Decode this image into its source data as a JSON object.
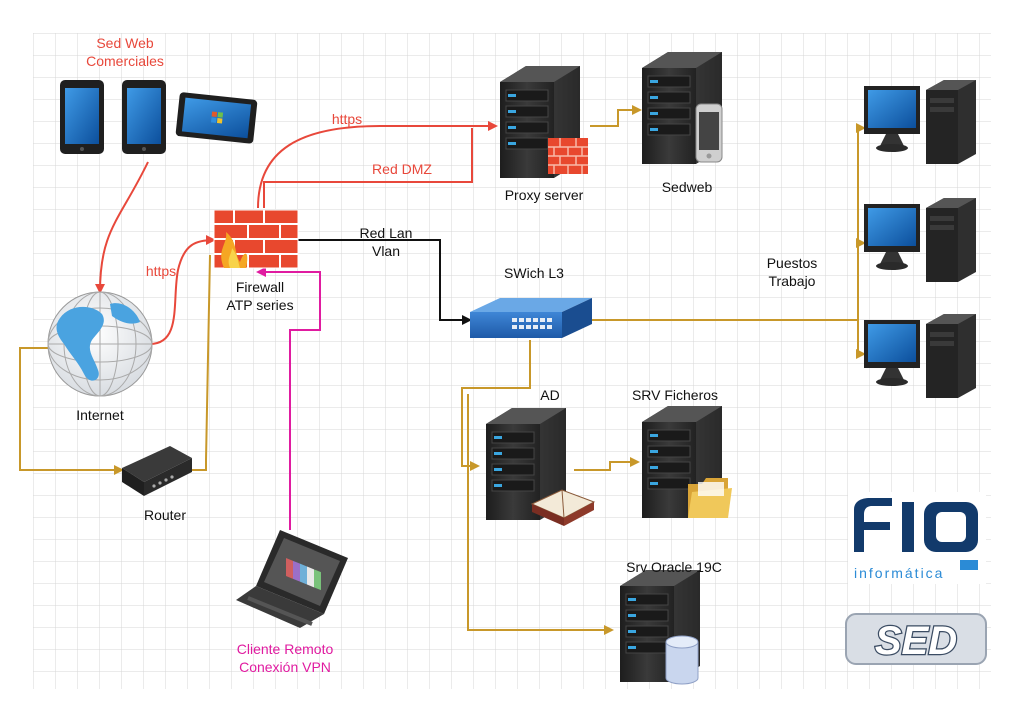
{
  "labels": {
    "sed_web_comerciales": [
      "Sed Web",
      "Comerciales"
    ],
    "internet": "Internet",
    "router": "Router",
    "firewall": [
      "Firewall",
      "ATP series"
    ],
    "https_top": "https",
    "https_left": "https",
    "red_dmz": "Red DMZ",
    "red_lan": [
      "Red Lan",
      "Vlan"
    ],
    "proxy_server": "Proxy server",
    "sedweb": "Sedweb",
    "switch": "SWich L3",
    "puestos": [
      "Puestos",
      "Trabajo"
    ],
    "ad": "AD",
    "srv_ficheros": "SRV Ficheros",
    "srv_oracle": "Srv Oracle 19C",
    "cliente_remoto": [
      "Cliente Remoto",
      "Conexión VPN"
    ]
  },
  "logos": {
    "f10": {
      "text": "F10",
      "subtitle": "informática"
    },
    "sed": "SED"
  },
  "colors": {
    "grid": "#d7d7d7",
    "red_link": "#e8483b",
    "gold_link": "#c8982a",
    "magenta_link": "#e01ba0",
    "black_link": "#111111",
    "server_body": "#2a2a2a",
    "server_led": "#3aa6e0",
    "screen_blue": "#1e6fc0",
    "brick": "#e8482e",
    "logo_navy": "#123a6b",
    "logo_blue": "#2b8bd6"
  }
}
